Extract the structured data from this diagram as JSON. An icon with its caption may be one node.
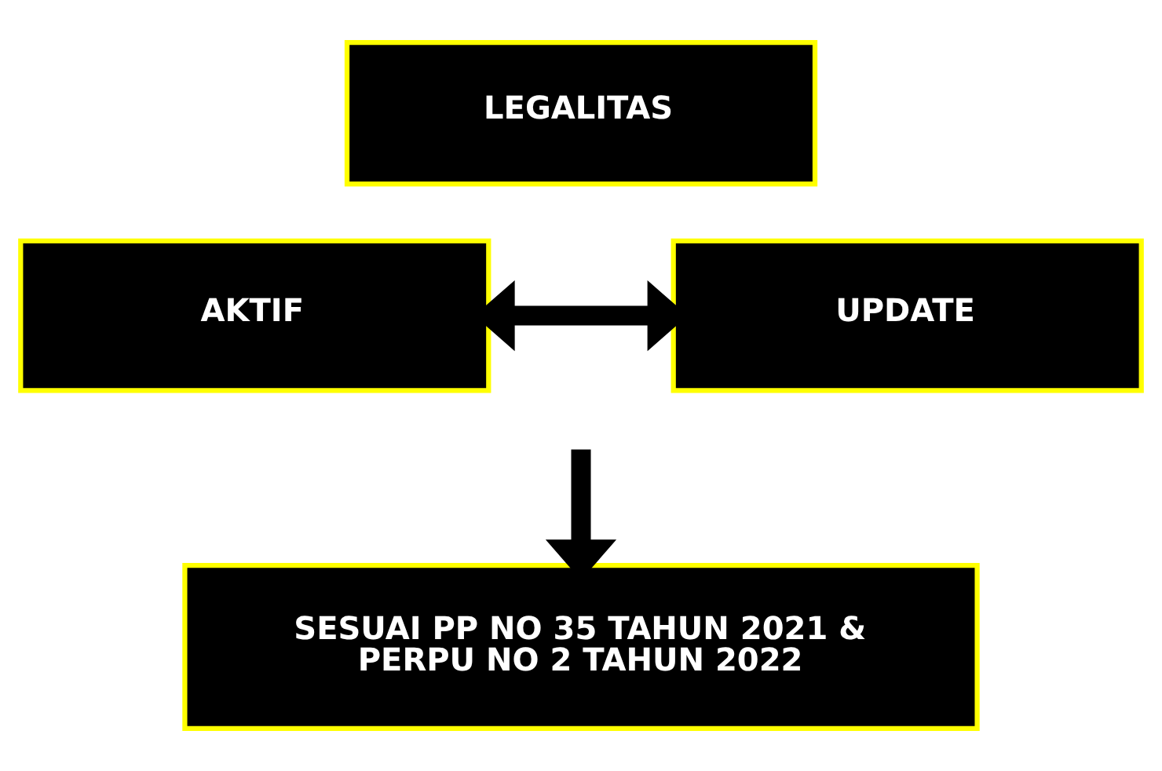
{
  "diagram": {
    "nodes": [
      {
        "text": [
          "LEGALITAS"
        ]
      },
      {
        "text": [
          "AKTIF"
        ]
      },
      {
        "text": [
          "UPDATE"
        ]
      },
      {
        "text": [
          "SESUAI PP NO 35 TAHUN 2021 & PERPU NO 2 TAHUN 2022"
        ]
      }
    ],
    "edges": [
      {
        "from": 1,
        "to": 2,
        "arrow": "both"
      },
      {
        "from": null,
        "to": 3,
        "arrow": "to"
      }
    ]
  }
}
